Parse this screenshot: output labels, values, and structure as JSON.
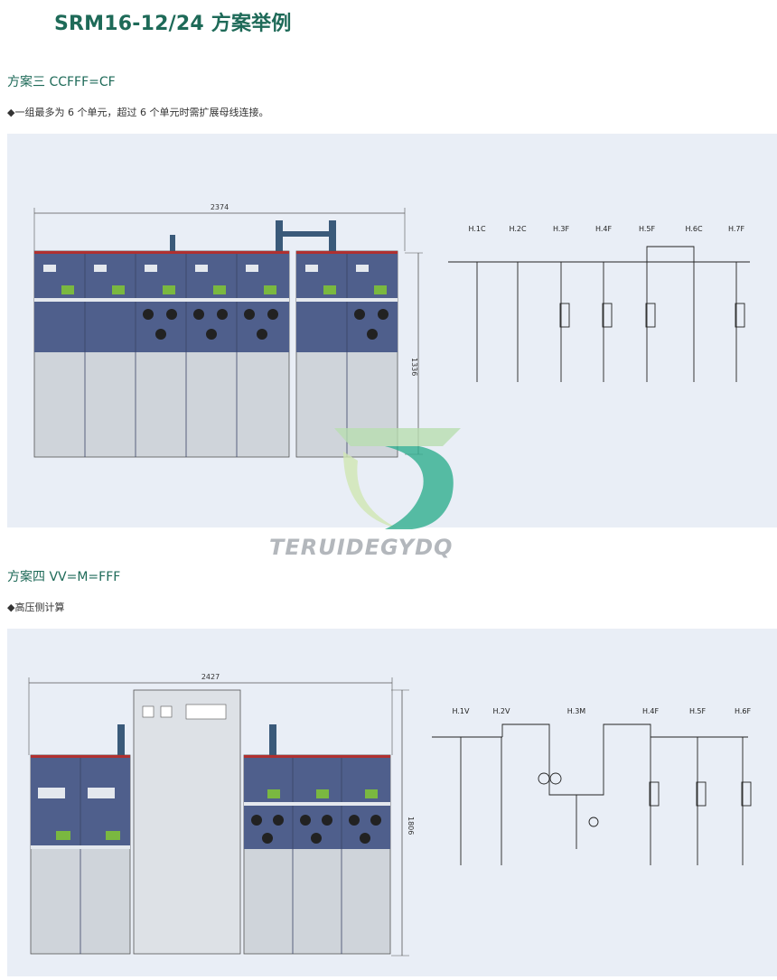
{
  "header": {
    "title": "SRM16-12/24 方案举例"
  },
  "scheme3": {
    "title": "方案三 CCFFF=CF",
    "note": "◆一组最多为 6 个单元，超过 6 个单元时需扩展母线连接。",
    "width_dim": "2374",
    "height_dim": "1336",
    "labels": [
      "H.1C",
      "H.2C",
      "H.3F",
      "H.4F",
      "H.5F",
      "H.6C",
      "H.7F"
    ]
  },
  "scheme4": {
    "title": "方案四 VV=M=FFF",
    "note": "◆高压侧计算",
    "width_dim": "2427",
    "height_dim": "1806",
    "labels": [
      "H.1V",
      "H.2V",
      "H.3M",
      "H.4F",
      "H.5F",
      "H.6F"
    ]
  },
  "watermark": {
    "text": "TERUIDEGYDQ"
  },
  "colors": {
    "title_green": "#1e6a58",
    "cabinet_blue": "#4f5f8c",
    "lower_panel": "#cfd4da",
    "busbar": "#3a5a7a",
    "panel_bg": "#e9eef6"
  }
}
